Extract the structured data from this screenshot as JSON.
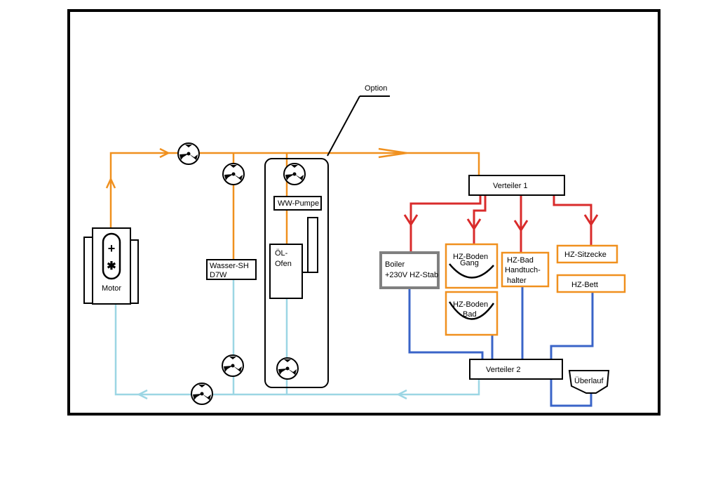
{
  "labels": {
    "option": "Option",
    "motor": "Motor",
    "wasser_sh_1": "Wasser-SH",
    "wasser_sh_2": "D7W",
    "ww_pumpe": "WW-Pumpe",
    "oel_1": "ÖL-",
    "oel_2": "Ofen",
    "verteiler1": "Verteiler 1",
    "verteiler2": "Verteiler 2",
    "boiler_1": "Boiler",
    "boiler_2": "+230V HZ-Stab",
    "hz_boden_gang_1": "HZ-Boden",
    "hz_boden_gang_2": "Gang",
    "hz_boden_bad_1": "HZ-Boden",
    "hz_boden_bad_2": "Bad",
    "hz_bad_1": "HZ-Bad",
    "hz_bad_2": "Handtuch-",
    "hz_bad_3": "halter",
    "hz_sitzecke": "HZ-Sitzecke",
    "hz_bett": "HZ-Bett",
    "ueberlauf": "Überlauf"
  },
  "colors": {
    "supply": "#f0901e",
    "return": "#9cd6e4",
    "distribution": "#d92b2b",
    "distribution_return": "#3a64c8",
    "device_border": "#f0901e",
    "boiler_border": "#808080",
    "frame": "#000000"
  },
  "icons": [
    "pump-symbol",
    "motor-symbol",
    "radiator-curve",
    "overflow-funnel"
  ]
}
